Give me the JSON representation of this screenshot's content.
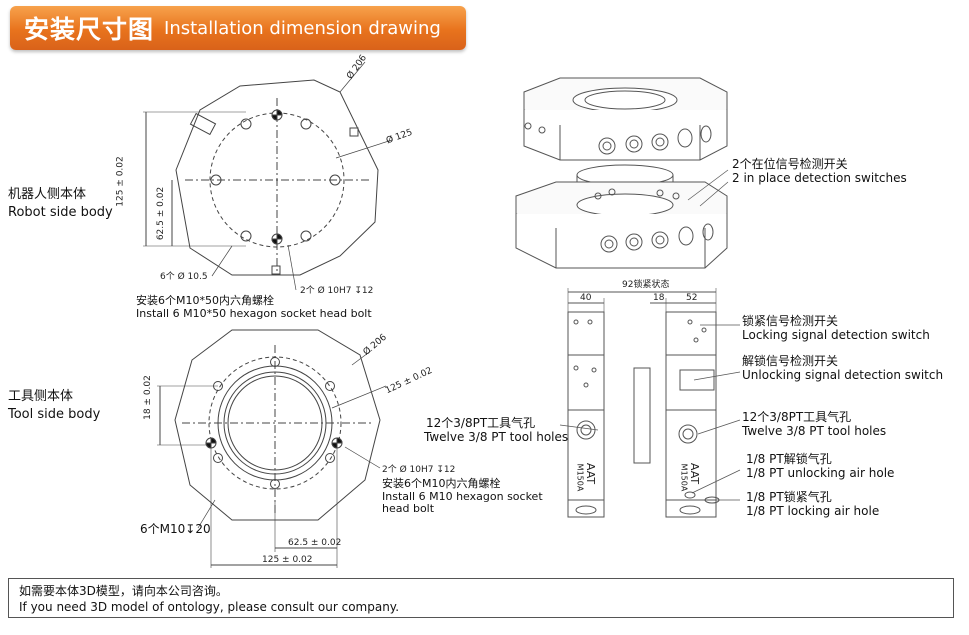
{
  "header": {
    "title_cn": "安装尺寸图",
    "title_en": "Installation dimension drawing"
  },
  "robot_side": {
    "label_cn": "机器人侧本体",
    "label_en": "Robot side body",
    "dim_206": "Ø 206",
    "dim_125": "Ø 125",
    "dim_125_tol": "125 ± 0.02",
    "dim_62_5": "62.5 ± 0.02",
    "holes_6": "6个 Ø 10.5",
    "holes_2": "2个 Ø 10H7 ↧12",
    "bolt_cn": "安装6个M10*50内六角螺栓",
    "bolt_en": "Install 6 M10*50 hexagon socket head bolt"
  },
  "tool_side": {
    "label_cn": "工具侧本体",
    "label_en": "Tool side body",
    "dim_206": "Ø 206",
    "dim_125": "125 ± 0.02",
    "dim_18": "18 ± 0.02",
    "holes_2": "2个 Ø 10H7 ↧12",
    "bolt_cn": "安装6个M10内六角螺栓",
    "bolt_en_1": "Install 6 M10 hexagon socket",
    "bolt_en_2": "head bolt",
    "thread": "6个M10↧20",
    "dim_62_5": "62.5 ± 0.02"
  },
  "side_view": {
    "dim_top": "92锁紧状态",
    "dim_40": "40",
    "dim_18": "18",
    "dim_52": "52",
    "brand": "AAT",
    "model": "M150A"
  },
  "callouts": {
    "in_place_cn": "2个在位信号检测开关",
    "in_place_en": "2 in place detection switches",
    "locking_sig_cn": "锁紧信号检测开关",
    "locking_sig_en": "Locking signal detection switch",
    "unlocking_sig_cn": "解锁信号检测开关",
    "unlocking_sig_en": "Unlocking signal detection switch",
    "tool_holes_left_cn": "12个3/8PT工具气孔",
    "tool_holes_left_en": "Twelve 3/8 PT tool holes",
    "tool_holes_right_cn": "12个3/8PT工具气孔",
    "tool_holes_right_en": "Twelve 3/8 PT tool holes",
    "unlock_air_cn": "1/8 PT解锁气孔",
    "unlock_air_en": "1/8 PT unlocking air hole",
    "lock_air_cn": "1/8 PT锁紧气孔",
    "lock_air_en": "1/8 PT locking air hole"
  },
  "footer": {
    "note_cn": "如需要本体3D模型，请向本公司咨询。",
    "note_en": "If you need 3D model of ontology, please consult our company."
  }
}
